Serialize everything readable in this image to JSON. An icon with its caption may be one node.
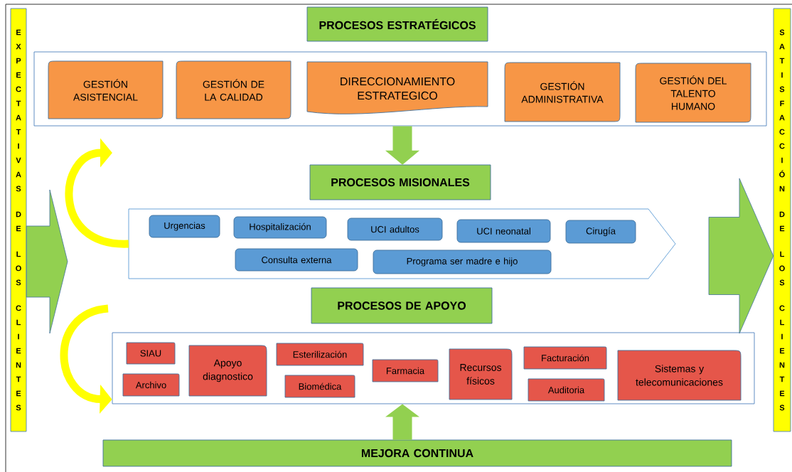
{
  "diagram": {
    "nodes": [
      {
        "text": [
          "EXPECTATIVAS DE LOS CLIENTES"
        ]
      },
      {
        "text": [
          "SATISFACCIÓN DE LOS CLIENTES"
        ]
      },
      {
        "text": [
          "PROCESOS ESTRATÉGICOS"
        ]
      },
      {
        "text": [],
        "shape": "box"
      },
      {
        "text": [
          "GESTIÓN ASISTENCIAL"
        ],
        "in": 3
      },
      {
        "text": [
          "GESTIÓN DE LA CALIDAD"
        ],
        "in": 3
      },
      {
        "text": [
          "DIRECCIONAMIENTO ESTRATEGICO"
        ],
        "in": 3
      },
      {
        "text": [
          "GESTIÓN ADMINISTRATIVA"
        ],
        "in": 3
      },
      {
        "text": [
          "GESTIÓN DEL TALENTO HUMANO"
        ],
        "in": 3
      },
      {
        "text": [
          "PROCESOS MISIONALES"
        ]
      },
      {
        "text": [],
        "shape": "chevron"
      },
      {
        "text": [
          "Urgencias"
        ],
        "in": 10
      },
      {
        "text": [
          "Hospitalización"
        ],
        "in": 10
      },
      {
        "text": [
          "UCI adultos"
        ],
        "in": 10
      },
      {
        "text": [
          "UCI neonatal"
        ],
        "in": 10
      },
      {
        "text": [
          "Cirugía"
        ],
        "in": 10
      },
      {
        "text": [
          "Consulta externa"
        ],
        "in": 10
      },
      {
        "text": [
          "Programa ser madre e hijo"
        ],
        "in": 10
      },
      {
        "text": [
          "PROCESOS DE APOYO"
        ]
      },
      {
        "text": [],
        "shape": "box"
      },
      {
        "text": [
          "SIAU"
        ],
        "in": 19
      },
      {
        "text": [
          "Archivo"
        ],
        "in": 19
      },
      {
        "text": [
          "Apoyo diagnostico"
        ],
        "in": 19
      },
      {
        "text": [
          "Esterilización"
        ],
        "in": 19
      },
      {
        "text": [
          "Biomédica"
        ],
        "in": 19
      },
      {
        "text": [
          "Farmacia"
        ],
        "in": 19
      },
      {
        "text": [
          "Recursos físicos"
        ],
        "in": 19
      },
      {
        "text": [
          "Facturación"
        ],
        "in": 19
      },
      {
        "text": [
          "Auditoria"
        ],
        "in": 19
      },
      {
        "text": [
          "Sistemas y telecomunicaciones"
        ],
        "in": 19
      },
      {
        "text": [
          "MEJORA CONTINUA"
        ]
      }
    ],
    "edges": [
      {
        "from": 3,
        "to": 9,
        "arrow": "to",
        "style": "thick"
      },
      {
        "from": 30,
        "to": 19,
        "arrow": "to",
        "style": "thick"
      },
      {
        "from": 0,
        "to": null,
        "arrow": "to",
        "style": "thick"
      },
      {
        "from": null,
        "to": 1,
        "arrow": "to",
        "style": "thick"
      },
      {
        "from": 10,
        "to": null,
        "arrow": "to",
        "color": "#ffff00"
      },
      {
        "from": null,
        "to": 19,
        "arrow": "to",
        "color": "#ffff00"
      }
    ]
  }
}
